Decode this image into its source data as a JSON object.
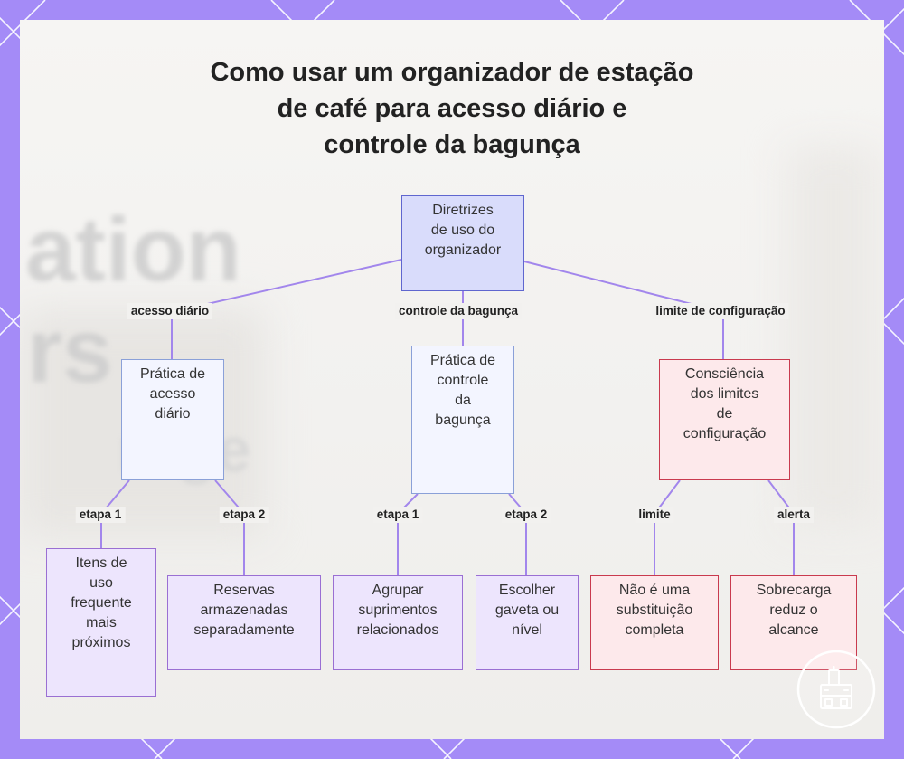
{
  "title": {
    "lines": [
      "Como usar um organizador de estação",
      "de café para acesso diário e",
      "controle da bagunça"
    ]
  },
  "background_text": [
    "ation",
    "rs",
    "rage"
  ],
  "colors": {
    "frame": "#a48bf7",
    "card": "#f4f3f1",
    "edge": "#a286ec",
    "root_fill": "#d9dcfb",
    "root_border": "#5f66cf",
    "blue_fill": "#f3f5ff",
    "blue_border": "#8aa0d8",
    "red_fill": "#fde9eb",
    "red_border": "#c93a4e",
    "lavender_fill": "#ede5fd",
    "lavender_border": "#9a6fd3",
    "text": "#333333",
    "title": "#222222"
  },
  "diagram": {
    "nodes": {
      "root": {
        "lines": [
          "Diretrizes",
          "de uso do",
          "organizador"
        ]
      },
      "acesso": {
        "lines": [
          "Prática de",
          "acesso",
          "diário"
        ]
      },
      "controle": {
        "lines": [
          "Prática de",
          "controle",
          "da",
          "bagunça"
        ]
      },
      "limites": {
        "lines": [
          "Consciência",
          "dos limites",
          "de",
          "configuração"
        ]
      },
      "itens": {
        "lines": [
          "Itens de",
          "uso",
          "frequente",
          "mais",
          "próximos"
        ]
      },
      "reservas": {
        "lines": [
          "Reservas",
          "armazenadas",
          "separadamente"
        ]
      },
      "agrupar": {
        "lines": [
          "Agrupar",
          "suprimentos",
          "relacionados"
        ]
      },
      "escolher": {
        "lines": [
          "Escolher",
          "gaveta ou",
          "nível"
        ]
      },
      "substituicao": {
        "lines": [
          "Não é uma",
          "substituição",
          "completa"
        ]
      },
      "sobrecarga": {
        "lines": [
          "Sobrecarga",
          "reduz o",
          "alcance"
        ]
      }
    },
    "edge_labels": {
      "acesso": "acesso diário",
      "controle": "controle da bagunça",
      "limite_config": "limite de configuração",
      "etapa1a": "etapa 1",
      "etapa2a": "etapa 2",
      "etapa1b": "etapa 1",
      "etapa2b": "etapa 2",
      "limite": "limite",
      "alerta": "alerta"
    }
  },
  "logo": {
    "icon": "coffee-station-icon"
  }
}
